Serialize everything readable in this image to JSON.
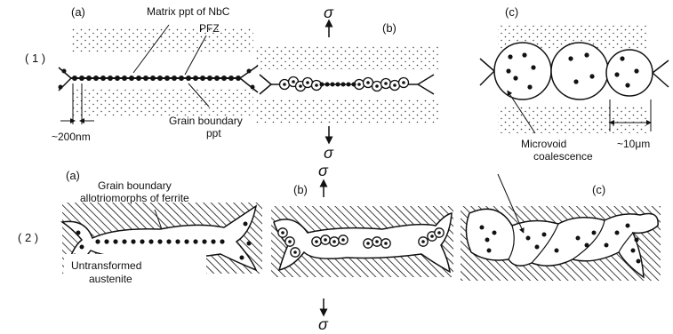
{
  "rows": [
    {
      "label": "( 1 )",
      "panels": [
        "(a)",
        "(b)",
        "(c)"
      ],
      "annotations": {
        "matrix_ppt": "Matrix ppt of NbC",
        "pfz": "PFZ",
        "scale_a": "~200nm",
        "gb_ppt_line1": "Grain boundary",
        "gb_ppt_line2": "ppt",
        "microvoid_line1": "Microvoid",
        "microvoid_line2": "coalescence",
        "scale_c": "~10μm"
      }
    },
    {
      "label": "( 2 )",
      "panels": [
        "(a)",
        "(b)",
        "(c)"
      ],
      "annotations": {
        "allotriomorphs_line1": "Grain boundary",
        "allotriomorphs_line2": "allotriomorphs of ferrite",
        "austenite_line1": "Untransformed",
        "austenite_line2": "austenite"
      }
    }
  ],
  "stress_symbol": "σ"
}
